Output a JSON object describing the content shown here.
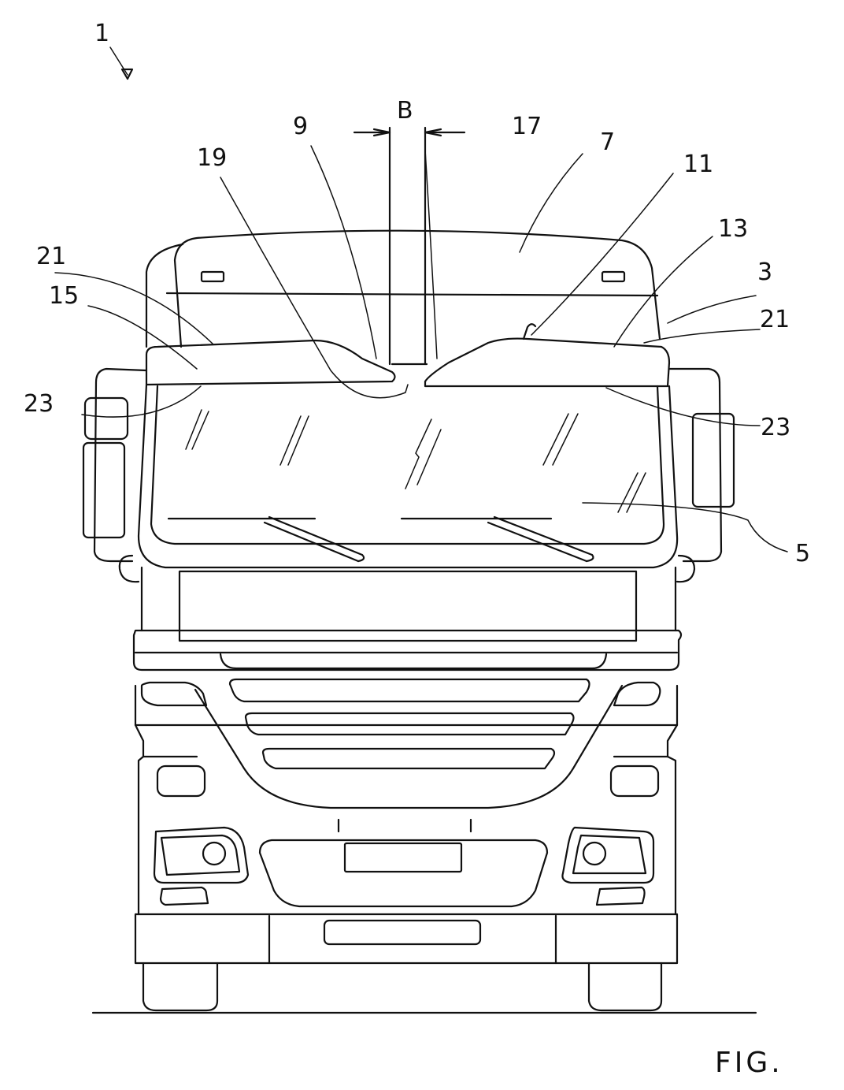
{
  "figure": {
    "caption": "FIG."
  },
  "labels": {
    "l1": "1",
    "lB": "B",
    "l9": "9",
    "l17": "17",
    "l7": "7",
    "l19": "19",
    "l11": "11",
    "l13": "13",
    "l3": "3",
    "l21_left": "21",
    "l21_right": "21",
    "l15": "15",
    "l23_left": "23",
    "l23_right": "23",
    "l5": "5"
  }
}
